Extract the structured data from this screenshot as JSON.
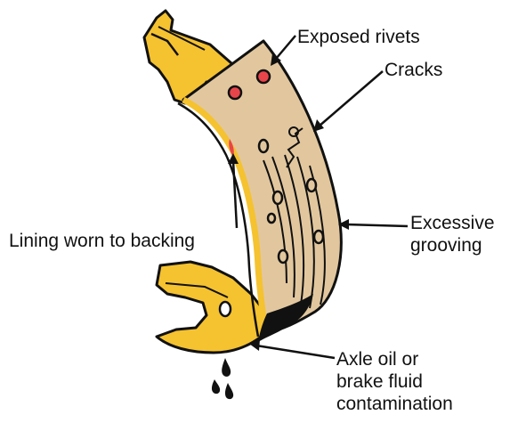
{
  "labels": {
    "exposed_rivets": "Exposed rivets",
    "cracks": "Cracks",
    "excessive_grooving": [
      "Excessive",
      "grooving"
    ],
    "lining_worn": "Lining worn to backing",
    "contamination": [
      "Axle oil or",
      "brake fluid",
      "contamination"
    ]
  },
  "colors": {
    "lining": "#e2c79e",
    "shoe_steel": "#f5c230",
    "rivet_exposed": "#e8454a",
    "outline": "#111111"
  }
}
